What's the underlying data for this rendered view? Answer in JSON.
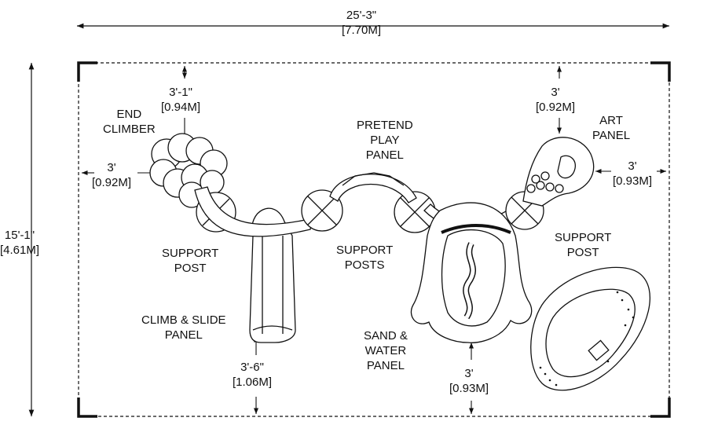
{
  "dimensions": {
    "overall_width": {
      "imperial": "25'-3\"",
      "metric": "[7.70M]"
    },
    "overall_depth": {
      "imperial": "15'-1\"",
      "metric": "[4.61M]"
    },
    "end_climber_clearance_top": {
      "imperial": "3'-1\"",
      "metric": "[0.94M]"
    },
    "end_climber_clearance_left": {
      "imperial": "3'",
      "metric": "[0.92M]"
    },
    "art_panel_clearance_top": {
      "imperial": "3'",
      "metric": "[0.92M]"
    },
    "art_panel_clearance_right": {
      "imperial": "3'",
      "metric": "[0.93M]"
    },
    "slide_clearance_bottom": {
      "imperial": "3'-6\"",
      "metric": "[1.06M]"
    },
    "sand_panel_clearance_bottom": {
      "imperial": "3'",
      "metric": "[0.93M]"
    }
  },
  "labels": {
    "end_climber": [
      "END",
      "CLIMBER"
    ],
    "pretend_play_panel": [
      "PRETEND",
      "PLAY",
      "PANEL"
    ],
    "art_panel": [
      "ART",
      "PANEL"
    ],
    "support_post_left": [
      "SUPPORT",
      "POST"
    ],
    "support_posts_middle": [
      "SUPPORT",
      "POSTS"
    ],
    "support_post_right": [
      "SUPPORT",
      "POST"
    ],
    "climb_slide_panel": [
      "CLIMB & SLIDE",
      "PANEL"
    ],
    "sand_water_panel": [
      "SAND &",
      "WATER",
      "PANEL"
    ]
  },
  "colors": {
    "line": "#111111",
    "background": "#ffffff"
  }
}
